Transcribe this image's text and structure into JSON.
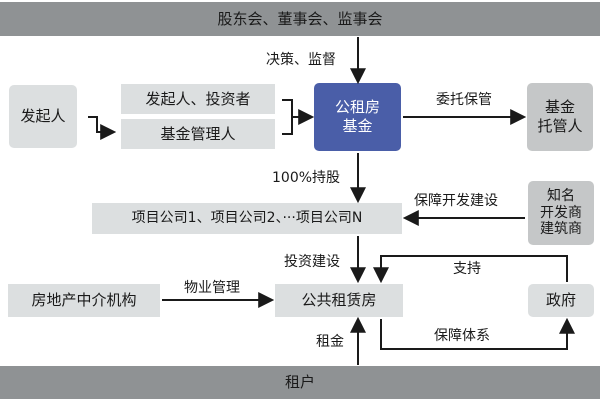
{
  "nodes": {
    "shareholders": "股东会、董事会、监事会",
    "sponsor": "发起人",
    "sponsor_investor": "发起人、投资者",
    "fund_manager": "基金管理人",
    "fund": [
      "公租房",
      "基金"
    ],
    "custodian": [
      "基金",
      "托管人"
    ],
    "project_companies": "项目公司1、项目公司2、···项目公司N",
    "developer": [
      "知名",
      "开发商",
      "建筑商"
    ],
    "agency": "房地产中介机构",
    "public_housing": "公共租赁房",
    "government": "政府",
    "tenant": "租户"
  },
  "edges": {
    "decision_supervision": "决策、监督",
    "entrust_custody": "委托保管",
    "holding": "100%持股",
    "guarantee_dev": "保障开发建设",
    "invest_build": "投资建设",
    "support": "支持",
    "property_mgmt": "物业管理",
    "rent": "租金",
    "guarantee_system": "保障体系"
  },
  "colors": {
    "band": "#8f9294",
    "light_box": "#dcdfe0",
    "mid_box": "#c5c7c8",
    "fund_box": "#4a5ea8",
    "arrow": "#1a1a1a"
  }
}
